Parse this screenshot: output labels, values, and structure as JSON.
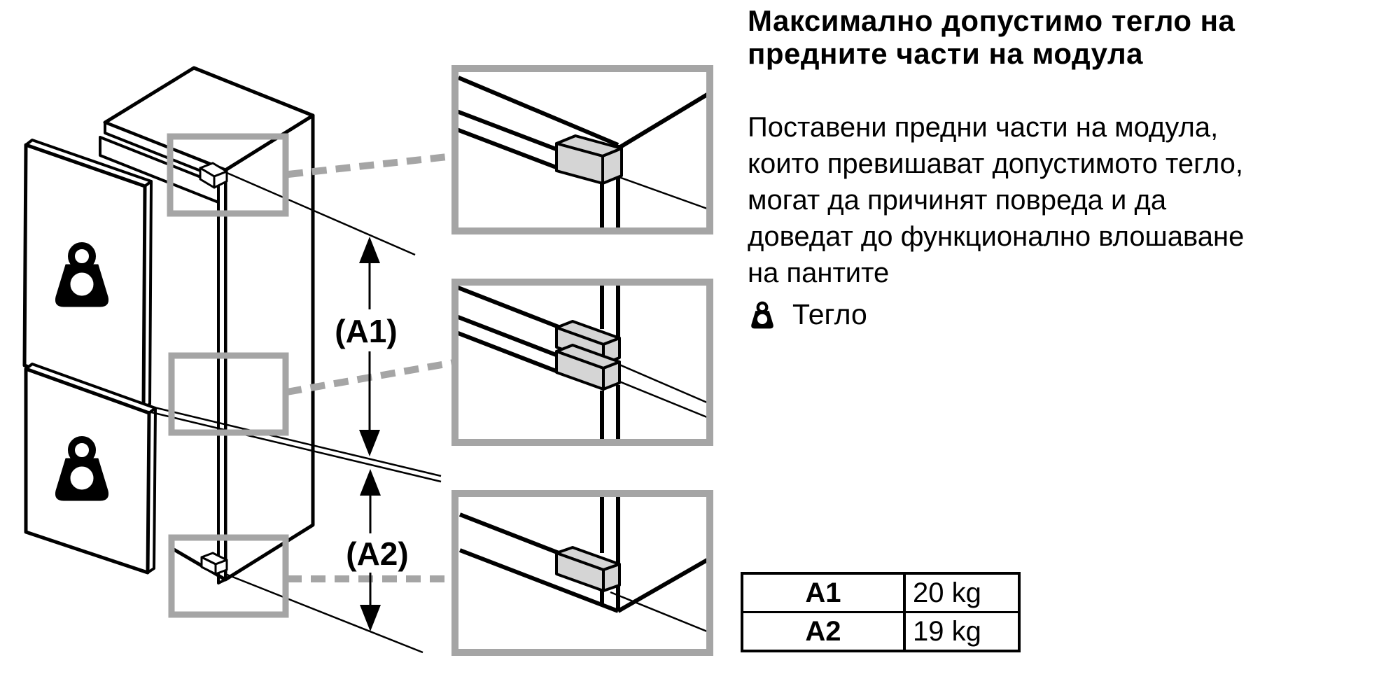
{
  "heading": {
    "lines": [
      "Максимално допустимо тегло на",
      "предните части на модула"
    ]
  },
  "body": {
    "lines": [
      "Поставени предни части на модула,",
      "които превишават допустимото тегло,",
      "могат да причинят повреда и да",
      "доведат до функционално влошаване",
      "на пантите"
    ]
  },
  "legend": {
    "weight_label": "Тегло",
    "icon": "weight-icon"
  },
  "dimensions": {
    "a1_label": "(A1)",
    "a2_label": "(A2)"
  },
  "table": {
    "rows": [
      {
        "key": "A1",
        "value": "20 kg"
      },
      {
        "key": "A2",
        "value": "19 kg"
      }
    ]
  },
  "colors": {
    "line": "#000000",
    "callout_gray": "#a5a5a5",
    "block_fill": "#d5d5d5",
    "background": "#ffffff"
  }
}
